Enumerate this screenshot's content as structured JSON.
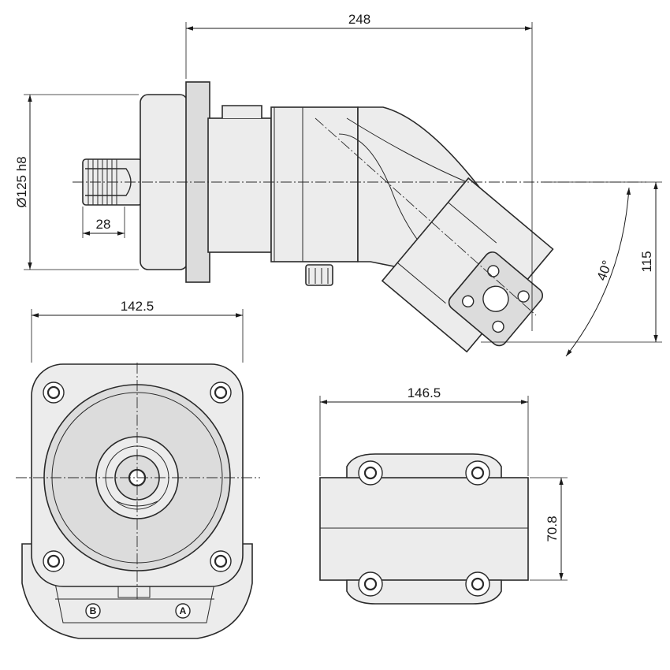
{
  "dimensions": {
    "overall_length": "248",
    "flange_diameter": "Ø125 h8",
    "shaft_length": "28",
    "tilt_angle": "40°",
    "port_height": "115",
    "flange_width": "142.5",
    "port_plate_width": "146.5",
    "port_plate_height": "70.8"
  },
  "ports": {
    "port_b": "B",
    "port_a": "A"
  }
}
